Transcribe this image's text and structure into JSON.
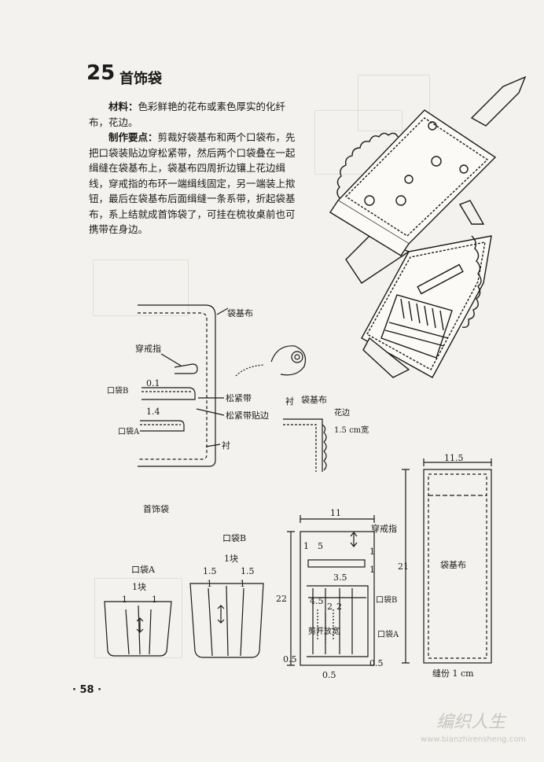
{
  "header": {
    "number": "25",
    "title": "首饰袋"
  },
  "text": {
    "materials_label": "材料：",
    "materials": "色彩鲜艳的花布或素色厚实的化纤布，花边。",
    "method_label": "制作要点：",
    "method": "剪裁好袋基布和两个口袋布，先把口袋装贴边穿松紧带，然后两个口袋叠在一起缉缝在袋基布上，袋基布四周折边镶上花边缉线，穿戒指的布环一端缉线固定，另一端装上揿钮，最后在袋基布后面缉缝一条系带，折起袋基布，系上结就成首饰袋了，可挂在梳妆桌前也可携带在身边。"
  },
  "labels": {
    "ring": "穿戒指",
    "base": "袋基布",
    "pocket_a": "口袋A",
    "pocket_b": "口袋B",
    "elastic": "松紧带",
    "elastic_binding": "松紧带贴边",
    "lining": "衬",
    "lace": "花边",
    "lace_width": "1.5 cm宽",
    "bag_name": "首饰袋",
    "one_piece": "1块",
    "cut_spread": "剪开放宽",
    "base_fabric": "袋基布",
    "seam": "缝份 1 cm"
  },
  "dims": {
    "d01": "0.1",
    "d14": "1.4",
    "d11": "11",
    "d115": "11.5",
    "d5": "5",
    "d1": "1",
    "d35": "3.5",
    "d45": "4.5",
    "d2": "2",
    "d22": "22",
    "d21": "21",
    "d05": "0.5",
    "d15": "1.5"
  },
  "footer": {
    "page": "· 58 ·",
    "watermark": "编织人生",
    "url": "www.bianzhirensheng.com"
  }
}
